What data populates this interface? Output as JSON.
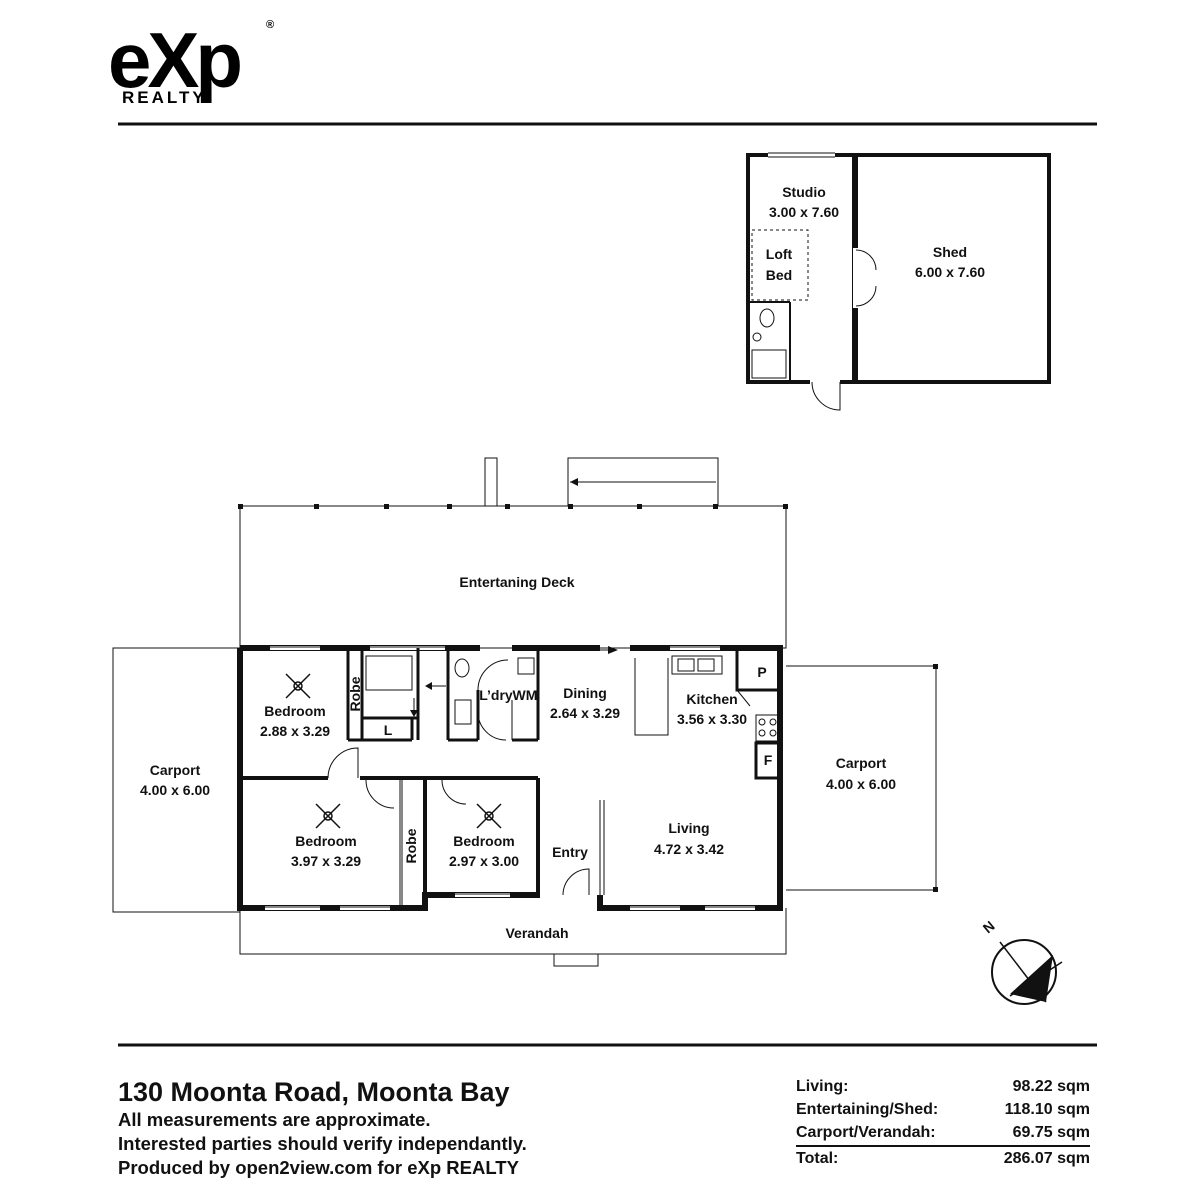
{
  "brand": {
    "logo_text": "eXp",
    "logo_subtext": "REALTY",
    "registered_mark": "®"
  },
  "plan": {
    "rooms": [
      {
        "id": "studio",
        "name": "Studio",
        "dims": "3.00 x 7.60"
      },
      {
        "id": "loft",
        "name": "Loft",
        "name2": "Bed"
      },
      {
        "id": "shed",
        "name": "Shed",
        "dims": "6.00 x 7.60"
      },
      {
        "id": "deck",
        "name": "Entertaning Deck"
      },
      {
        "id": "bedroom1",
        "name": "Bedroom",
        "dims": "2.88 x 3.29"
      },
      {
        "id": "robe1",
        "name": "Robe"
      },
      {
        "id": "linen",
        "name": "L"
      },
      {
        "id": "laundry",
        "name": "L’dry"
      },
      {
        "id": "wm",
        "name": "WM"
      },
      {
        "id": "dining",
        "name": "Dining",
        "dims": "2.64 x 3.29"
      },
      {
        "id": "kitchen",
        "name": "Kitchen",
        "dims": "3.56 x 3.30"
      },
      {
        "id": "pantry",
        "name": "P"
      },
      {
        "id": "fridge",
        "name": "F"
      },
      {
        "id": "carport_left",
        "name": "Carport",
        "dims": "4.00 x 6.00"
      },
      {
        "id": "carport_right",
        "name": "Carport",
        "dims": "4.00 x 6.00"
      },
      {
        "id": "bedroom2",
        "name": "Bedroom",
        "dims": "3.97 x 3.29"
      },
      {
        "id": "robe2",
        "name": "Robe"
      },
      {
        "id": "bedroom3",
        "name": "Bedroom",
        "dims": "2.97 x 3.00"
      },
      {
        "id": "entry",
        "name": "Entry"
      },
      {
        "id": "living",
        "name": "Living",
        "dims": "4.72 x 3.42"
      },
      {
        "id": "verandah",
        "name": "Verandah"
      }
    ],
    "compass_label": "N"
  },
  "footer": {
    "address": "130 Moonta Road, Moonta Bay",
    "notes": [
      "All measurements are approximate.",
      "Interested parties should verify independantly.",
      "Produced by open2view.com for eXp REALTY"
    ],
    "areas": [
      {
        "label": "Living:",
        "value": "98.22 sqm"
      },
      {
        "label": "Entertaining/Shed:",
        "value": "118.10 sqm"
      },
      {
        "label": "Carport/Verandah:",
        "value": "69.75 sqm"
      }
    ],
    "total": {
      "label": "Total:",
      "value": "286.07 sqm"
    }
  }
}
